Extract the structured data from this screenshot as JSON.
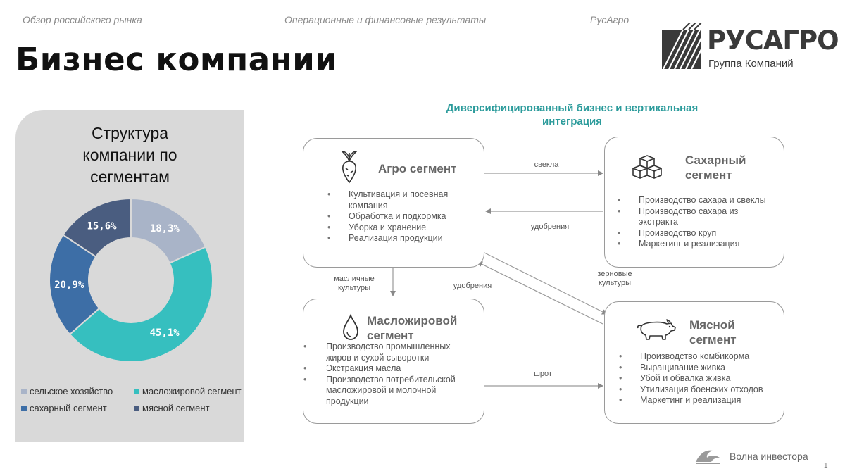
{
  "nav": {
    "item1": "Обзор российского рынка",
    "item2": "Операционные и финансовые результаты",
    "item3": "РусАгро"
  },
  "page_title": "Бизнес компании",
  "logo": {
    "name": "РУСАГРО",
    "subtitle": "Группа Компаний"
  },
  "chart_panel": {
    "title": "Структура\nкомпании по\nсегментам"
  },
  "chart_data": {
    "type": "pie",
    "donut": true,
    "categories": [
      "сельское хозяйство",
      "масложировой сегмент",
      "сахарный сегмент",
      "мясной сегмент"
    ],
    "values": [
      18.3,
      45.1,
      20.9,
      15.6
    ],
    "labels": [
      "18,3%",
      "45,1%",
      "20,9%",
      "15,6%"
    ],
    "colors": [
      "#a9b4c8",
      "#36bfbf",
      "#3d6ea6",
      "#4a5d80"
    ],
    "legend_position": "bottom"
  },
  "diagram": {
    "title": "Диверсифицированный бизнес и вертикальная\nинтеграция",
    "agro": {
      "title": "Агро сегмент",
      "icon": "beet-icon",
      "items": [
        "Культивация и посевная компания",
        "Обработка и подкормка",
        "Уборка и хранение",
        "Реализация продукции"
      ]
    },
    "sugar": {
      "title": "Сахарный\nсегмент",
      "icon": "cubes-icon",
      "items": [
        "Производство сахара и свеклы",
        "Производство сахара из экстракта",
        "Производство круп",
        "Маркетинг и реализация"
      ]
    },
    "oil": {
      "title": "Масложировой\nсегмент",
      "icon": "drop-icon",
      "items": [
        "Производство промышленных жиров и сухой сыворотки",
        "Экстракция масла",
        "Производство потребительской масложировой и молочной продукции"
      ]
    },
    "meat": {
      "title": "Мясной\nсегмент",
      "icon": "pig-icon",
      "items": [
        "Производство комбикорма",
        "Выращивание живка",
        "Убой и обвалка живка",
        "Утилизация боенских отходов",
        "Маркетинг и реализация"
      ]
    },
    "arrows": {
      "beet": "свекла",
      "fertilizer_sugar": "удобрения",
      "oil_crops": "масличные\nкультуры",
      "fertilizer_meat": "удобрения",
      "grain": "зерновые\nкультуры",
      "meal": "шрот"
    }
  },
  "footer": {
    "brand": "Волна инвестора",
    "page": "1"
  }
}
